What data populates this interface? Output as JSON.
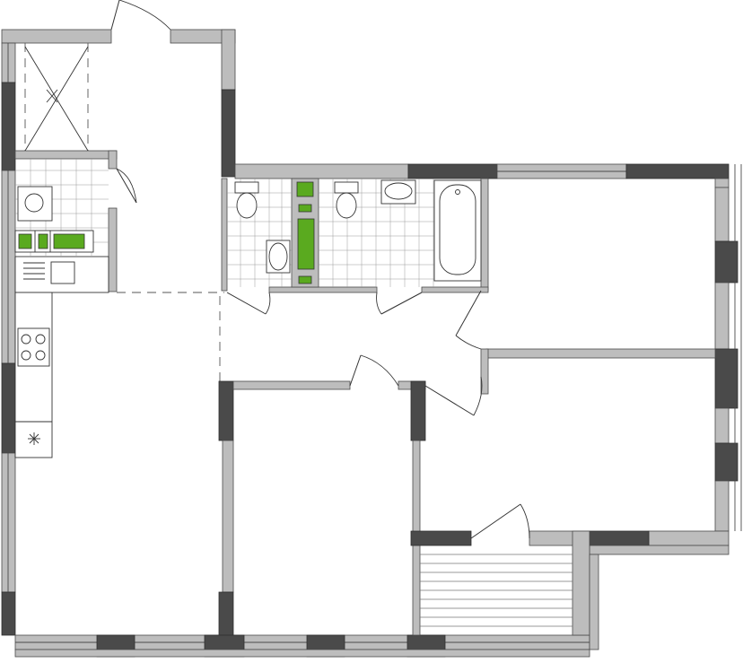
{
  "plan": {
    "colors": {
      "wall_light": "#bdbdbd",
      "wall_dark": "#4a4a4a",
      "accent_green": "#5aaa1f",
      "tile_grid": "#9a9a9a",
      "background": "#ffffff"
    },
    "rooms": [
      {
        "kind": "entrance-hall-with-closet"
      },
      {
        "kind": "kitchen-living-room"
      },
      {
        "kind": "laundry-nook"
      },
      {
        "kind": "toilet"
      },
      {
        "kind": "bathroom"
      },
      {
        "kind": "bedroom-left"
      },
      {
        "kind": "bedroom-right"
      },
      {
        "kind": "bedroom-top-right"
      },
      {
        "kind": "balcony"
      }
    ],
    "icons": [
      "closet-cross-icon",
      "washing-machine-icon",
      "sink-icon",
      "hob-icon",
      "extractor-icon",
      "toilet-icon",
      "washbasin-icon",
      "bathtub-icon"
    ]
  }
}
